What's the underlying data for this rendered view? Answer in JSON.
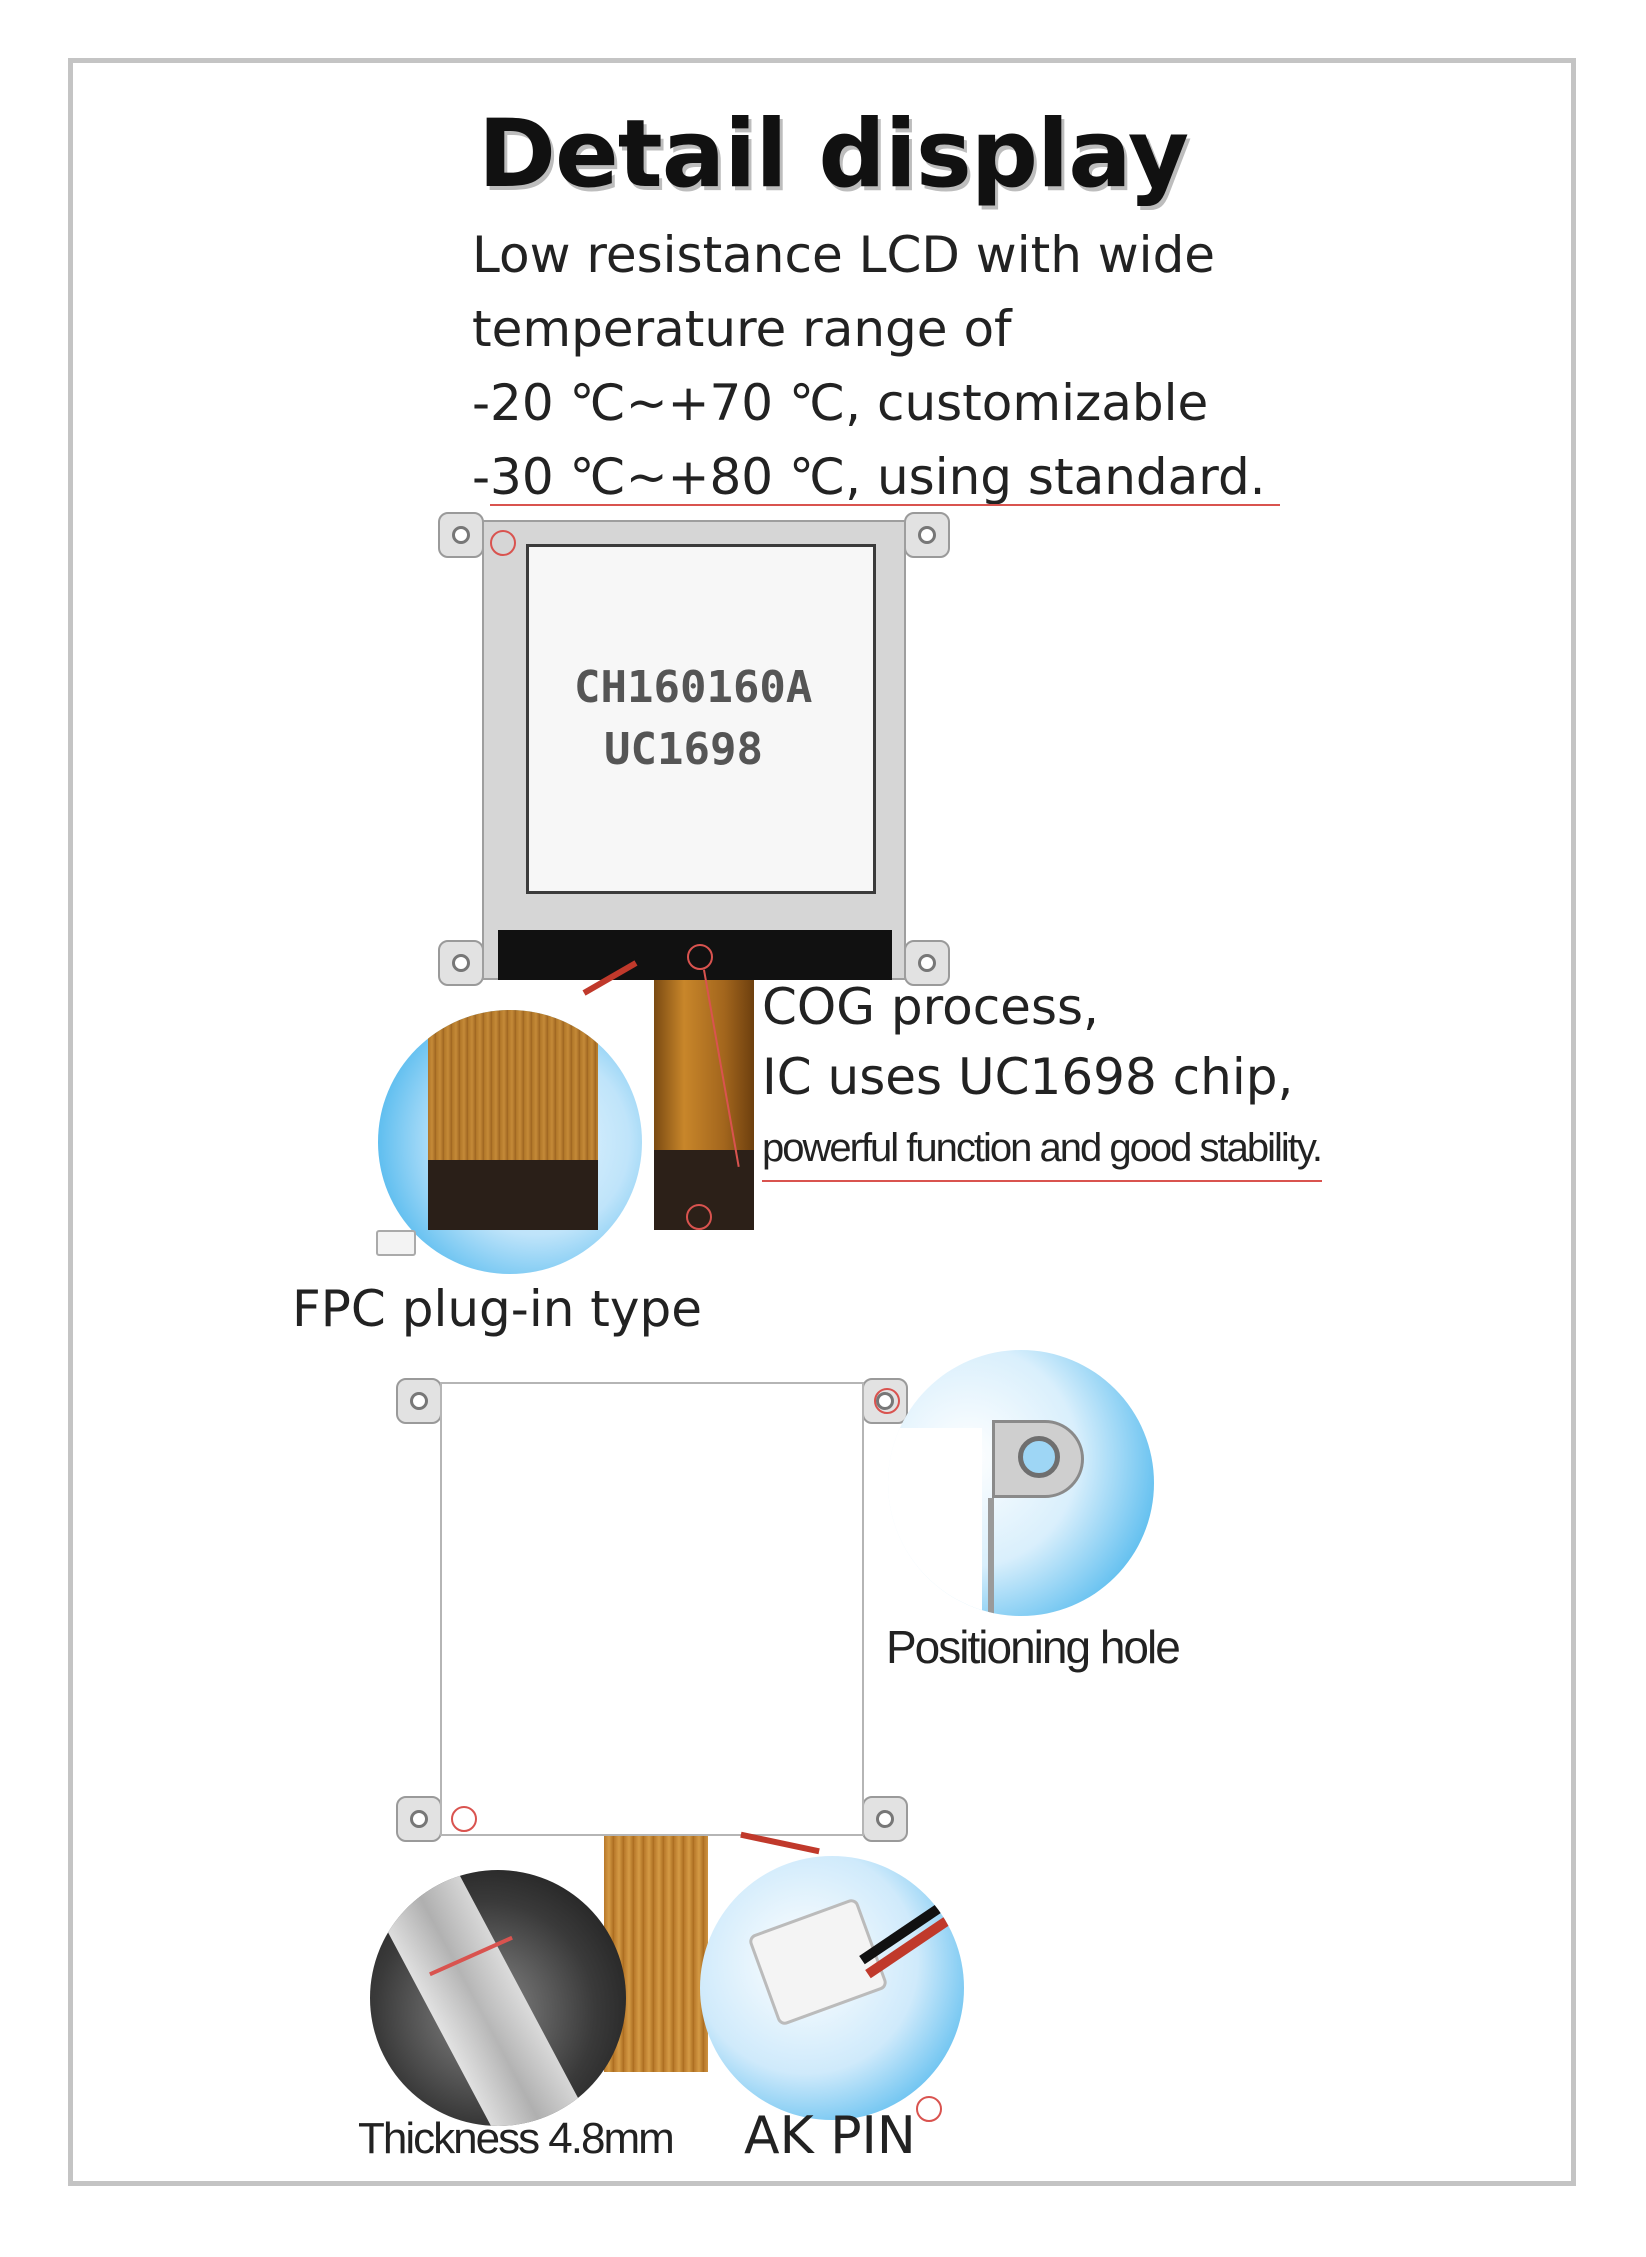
{
  "header": {
    "title": "Detail display",
    "intro_lines": [
      "Low resistance LCD with wide",
      "temperature range of",
      "-20 ℃~+70 ℃, customizable",
      "-30 ℃~+80 ℃, using standard."
    ]
  },
  "lcd": {
    "model_line1": "CH160160A",
    "model_line2": "UC1698"
  },
  "cog": {
    "line1": "COG process,",
    "line2": "IC uses UC1698 chip,",
    "line3": "powerful function and good stability."
  },
  "labels": {
    "fpc": "FPC plug-in type",
    "positioning_hole": "Positioning hole",
    "thickness": "Thickness 4.8mm",
    "ak_pin": "AK PIN"
  },
  "colors": {
    "accent": "#d9534f",
    "bubble_blue": "#1aa3e8",
    "fpc_orange": "#c8862a",
    "frame_gray": "#c4c4c4"
  }
}
